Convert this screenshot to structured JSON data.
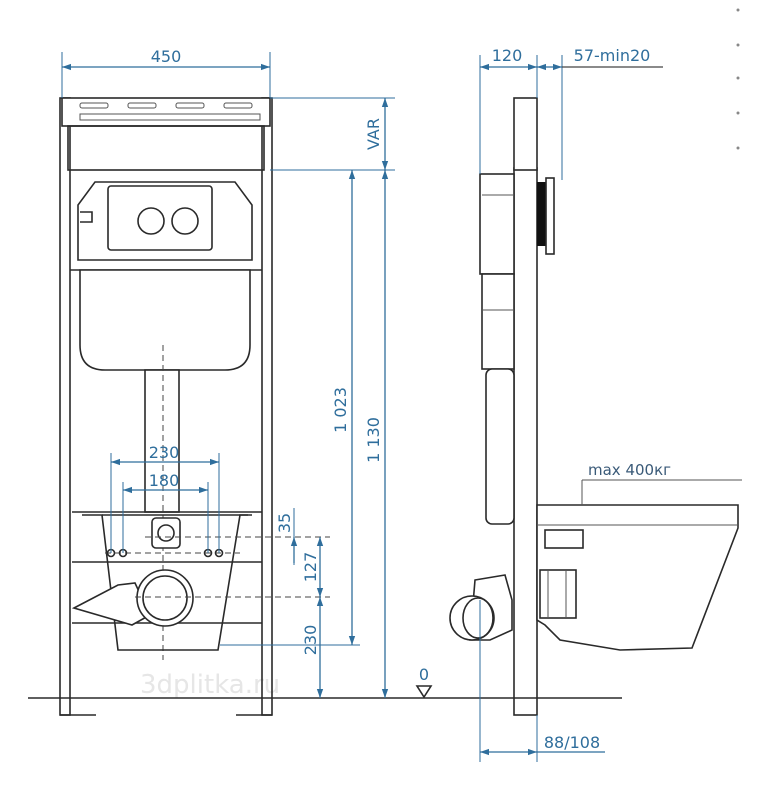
{
  "front_view": {
    "dimensions": {
      "width": "450",
      "var": "VAR",
      "height_1023": "1 023",
      "height_1130": "1 130",
      "bolt_outer": "230",
      "bolt_inner": "180",
      "offset_35": "35",
      "offset_127": "127",
      "drain_height": "230",
      "floor_level": "0"
    }
  },
  "side_view": {
    "dimensions": {
      "depth": "120",
      "wall_depth": "57-min20",
      "drain_offset": "88/108"
    },
    "load_label": "max 400кг"
  },
  "watermark": "3dplitka.ru",
  "colors": {
    "dimension": "#2f6e9c",
    "outline": "#2a2a2a"
  }
}
